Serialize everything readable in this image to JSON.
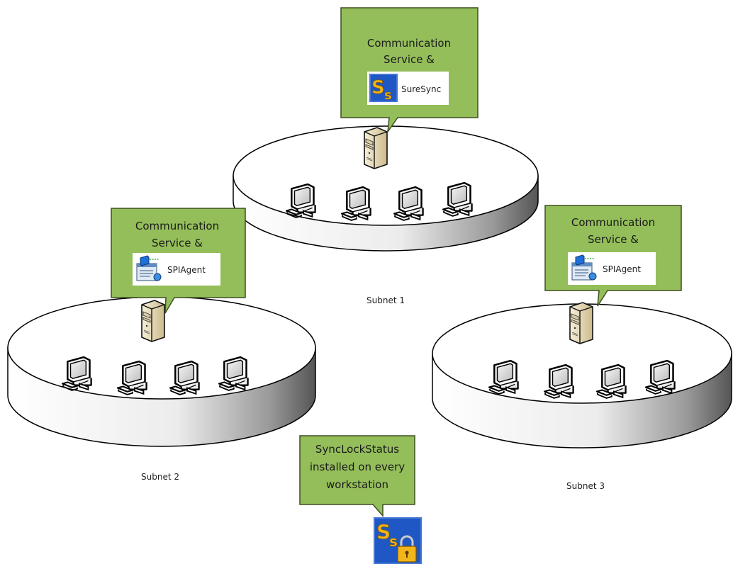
{
  "subnets": [
    {
      "label": "Subnet 1"
    },
    {
      "label": "Subnet 2"
    },
    {
      "label": "Subnet 3"
    }
  ],
  "callouts": {
    "subnet1": {
      "line1": "Communication",
      "line2": "Service &",
      "logo_text": "SureSync",
      "logo_icon": "suresync-logo-icon"
    },
    "subnet2": {
      "line1": "Communication",
      "line2": "Service &",
      "logo_text": "SPIAgent",
      "logo_icon": "spiagent-logo-icon"
    },
    "subnet3": {
      "line1": "Communication",
      "line2": "Service &",
      "logo_text": "SPIAgent",
      "logo_icon": "spiagent-logo-icon"
    },
    "synclock": {
      "line1": "SyncLockStatus",
      "line2": "installed on every",
      "line3": "workstation",
      "icon": "synclockstatus-lock-icon"
    }
  },
  "icons": {
    "server": "server-tower-icon",
    "workstation": "workstation-computer-icon"
  },
  "colors": {
    "callout_fill": "#94be5a",
    "callout_border": "#3e4f22",
    "logo_blue": "#1f58c4",
    "logo_gold": "#f2b51a",
    "server_body": "#e9ddbd",
    "disk_top": "#ffffff"
  }
}
